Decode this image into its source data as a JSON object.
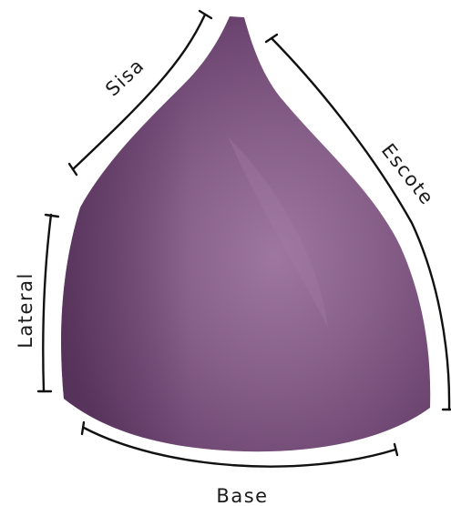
{
  "diagram": {
    "part_fill": "#7a4e7e",
    "highlight": "#a47ba6",
    "shadow": "#5f3a63",
    "line_color": "#111111",
    "labels": {
      "sisa": "Sisa",
      "escote": "Escote",
      "lateral": "Lateral",
      "base": "Base"
    }
  }
}
